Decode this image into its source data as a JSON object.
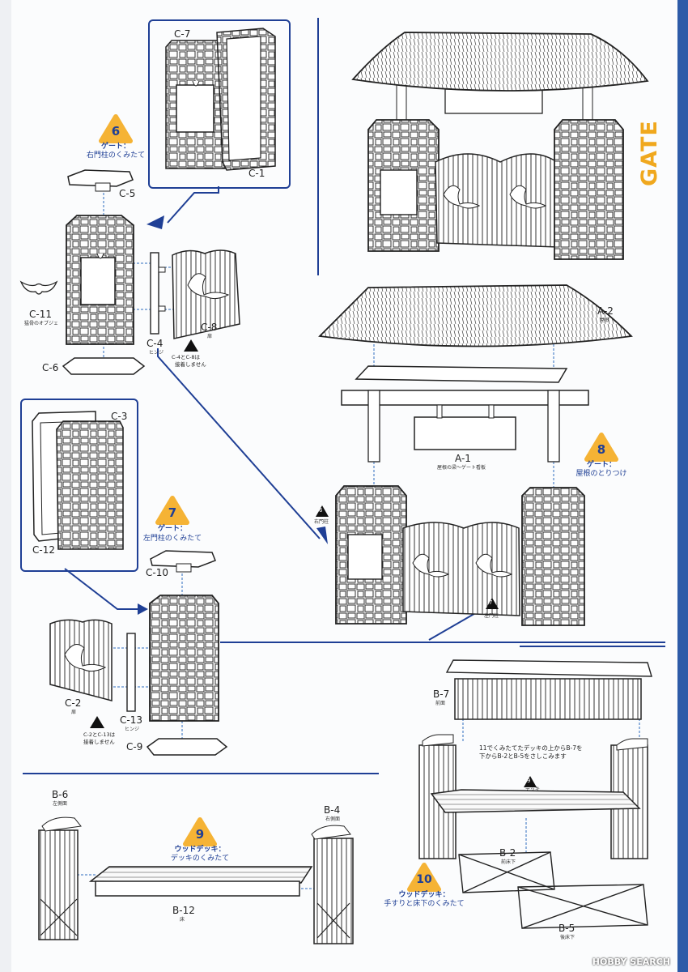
{
  "header": {
    "section_title": "GATE"
  },
  "steps": {
    "s6": {
      "number": "6",
      "title": "ゲート：",
      "subtitle": "右門柱のくみたて"
    },
    "s7": {
      "number": "7",
      "title": "ゲート：",
      "subtitle": "左門柱のくみたて"
    },
    "s8": {
      "number": "8",
      "title": "ゲート：",
      "subtitle": "屋根のとりつけ"
    },
    "s9": {
      "number": "9",
      "title": "ウッドデッキ：",
      "subtitle": "デッキのくみたて"
    },
    "s10": {
      "number": "10",
      "title": "ウッドデッキ：",
      "subtitle": "手すりと床下のくみたて"
    }
  },
  "parts": {
    "c7": "C-7",
    "c1": "C-1",
    "c5": "C-5",
    "c11": "C-11",
    "c11_name": "猛骨のオブジェ",
    "c8": "C-8",
    "c8_name": "扉",
    "c4": "C-4",
    "c4_name": "ヒンジ",
    "c6": "C-6",
    "c3": "C-3",
    "c12": "C-12",
    "c10": "C-10",
    "c2": "C-2",
    "c2_name": "扉",
    "c13": "C-13",
    "c13_name": "ヒンジ",
    "c9": "C-9",
    "a2": "A-2",
    "a2_name": "屋根",
    "a1": "A-1",
    "a1_name": "屋根の梁〜ゲート看板",
    "b7": "B-7",
    "b7_name": "前面",
    "b6": "B-6",
    "b6_name": "左側面",
    "b4": "B-4",
    "b4_name": "右側面",
    "b12": "B-12",
    "b12_name": "床",
    "b2": "B-2",
    "b2_name": "前床下",
    "b5": "B-5",
    "b5_name": "後床下"
  },
  "notes": {
    "no_glue_c4_c8": [
      "C-4とC-8は",
      "接着しません"
    ],
    "no_glue_c2_c13": [
      "C-2とC-13は",
      "接着しません"
    ],
    "step10_instruction": [
      "11でくみたてたデッキの上からB-7を",
      "下からB-2とB-5をさしこみます"
    ],
    "ref6_label": "右門柱",
    "ref7_label": "左門柱",
    "ref9_label": "デッキ",
    "ref6_num": "6",
    "ref7_num": "7",
    "ref9_num": "9"
  },
  "watermark": "HOBBY SEARCH",
  "colors": {
    "accent_blue": "#1f3f95",
    "badge_yellow": "#f5b335",
    "gate_orange": "#f0a81e",
    "line": "#222222"
  }
}
